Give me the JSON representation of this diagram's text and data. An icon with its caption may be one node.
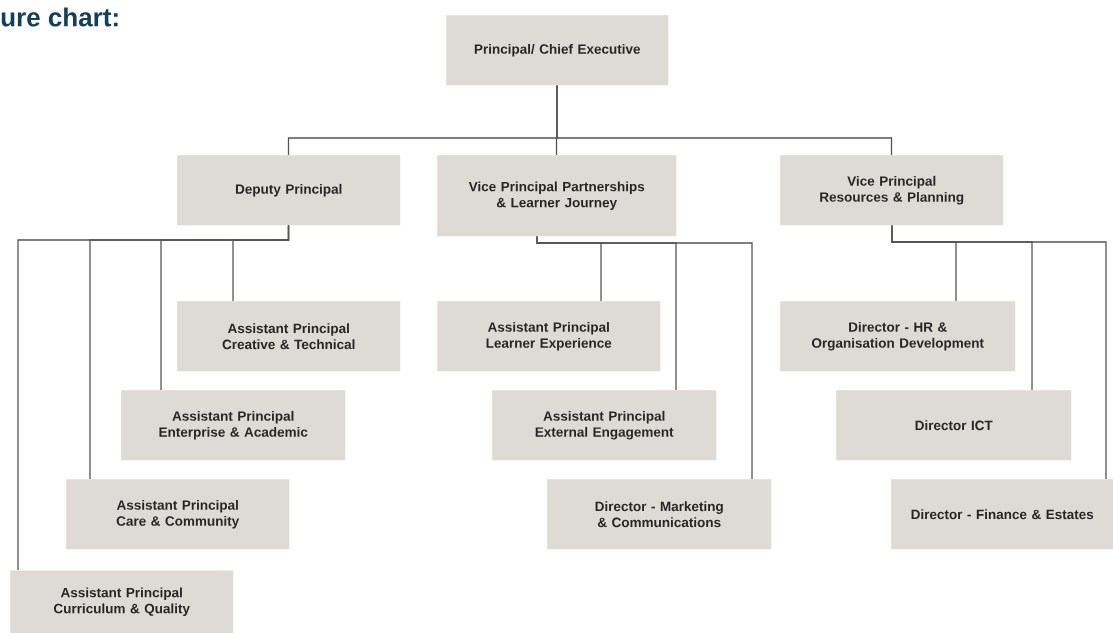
{
  "diagram": {
    "title": "ure chart:",
    "nodes": [
      {
        "text": [
          "Principal/ Chief Executive"
        ]
      },
      {
        "text": [
          "Deputy Principal"
        ]
      },
      {
        "text": [
          "Vice Principal Partnerships & Learner Journey"
        ]
      },
      {
        "text": [
          "Vice Principal Resources & Planning"
        ]
      },
      {
        "text": [
          "Assistant Principal Creative & Technical"
        ]
      },
      {
        "text": [
          "Assistant Principal Enterprise & Academic"
        ]
      },
      {
        "text": [
          "Assistant Principal Care & Community"
        ]
      },
      {
        "text": [
          "Assistant Principal Curriculum & Quality"
        ]
      },
      {
        "text": [
          "Assistant Principal Learner Experience"
        ]
      },
      {
        "text": [
          "Assistant Principal External Engagement"
        ]
      },
      {
        "text": [
          "Director - Marketing & Communications"
        ]
      },
      {
        "text": [
          "Director - HR & Organisation Development"
        ]
      },
      {
        "text": [
          "Director ICT"
        ]
      },
      {
        "text": [
          "Director - Finance & Estates"
        ]
      }
    ],
    "edges": [
      {
        "from": 0,
        "to": 1,
        "arrow": "none"
      },
      {
        "from": 0,
        "to": 2,
        "arrow": "none"
      },
      {
        "from": 0,
        "to": 3,
        "arrow": "none"
      },
      {
        "from": 1,
        "to": 4,
        "arrow": "none"
      },
      {
        "from": 1,
        "to": 5,
        "arrow": "none"
      },
      {
        "from": 1,
        "to": 6,
        "arrow": "none"
      },
      {
        "from": 1,
        "to": 7,
        "arrow": "none"
      },
      {
        "from": 2,
        "to": 8,
        "arrow": "none"
      },
      {
        "from": 2,
        "to": 9,
        "arrow": "none"
      },
      {
        "from": 2,
        "to": 10,
        "arrow": "none"
      },
      {
        "from": 3,
        "to": 11,
        "arrow": "none"
      },
      {
        "from": 3,
        "to": 12,
        "arrow": "none"
      },
      {
        "from": 3,
        "to": 13,
        "arrow": "none"
      }
    ]
  }
}
